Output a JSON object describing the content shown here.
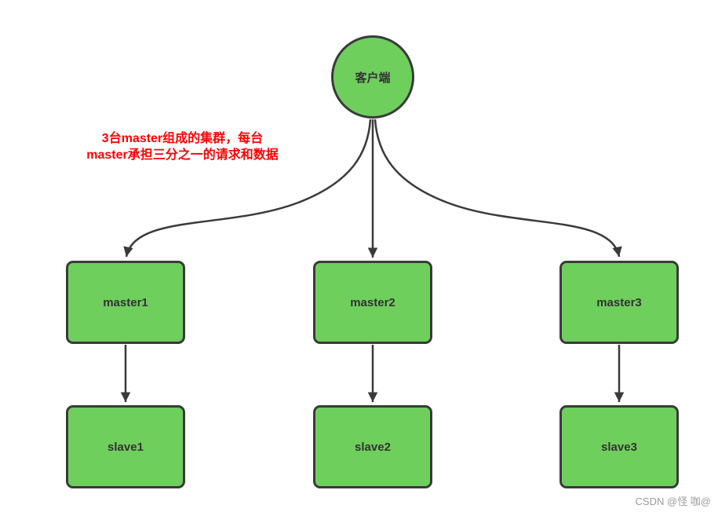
{
  "diagram": {
    "client": {
      "label": "客户端"
    },
    "annotation": {
      "line1": "3台master组成的集群，每台",
      "line2": "master承担三分之一的请求和数据"
    },
    "masters": [
      {
        "label": "master1"
      },
      {
        "label": "master2"
      },
      {
        "label": "master3"
      }
    ],
    "slaves": [
      {
        "label": "slave1"
      },
      {
        "label": "slave2"
      },
      {
        "label": "slave3"
      }
    ],
    "edges": [
      {
        "from": "客户端",
        "to": "master1"
      },
      {
        "from": "客户端",
        "to": "master2"
      },
      {
        "from": "客户端",
        "to": "master3"
      },
      {
        "from": "master1",
        "to": "slave1"
      },
      {
        "from": "master2",
        "to": "slave2"
      },
      {
        "from": "master3",
        "to": "slave3"
      }
    ],
    "colors": {
      "node_fill": "#6ECF5D",
      "node_border": "#3A3A3A",
      "arrow": "#3A3A3A",
      "annotation_text": "#FF0000",
      "node_text": "#333333",
      "watermark_text": "#9B9B9B",
      "background": "#FFFFFF"
    },
    "watermark": "CSDN @怪 咖@"
  }
}
